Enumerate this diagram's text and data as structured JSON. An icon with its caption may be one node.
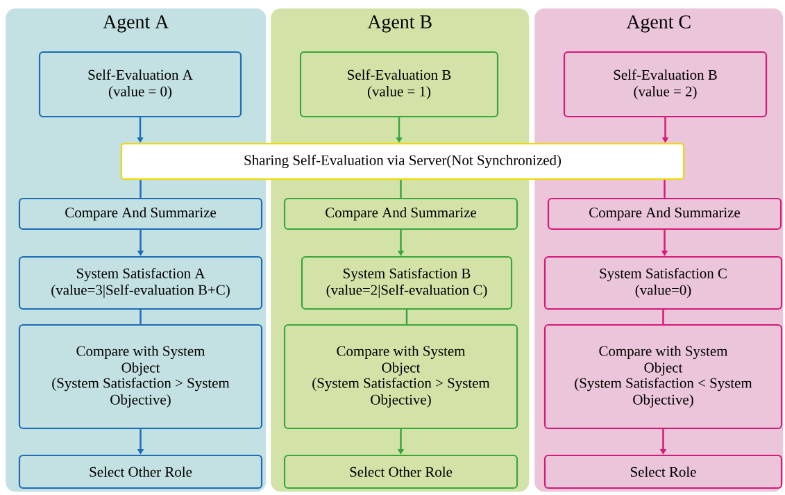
{
  "diagram": {
    "nodes": [
      {
        "text": [
          "Agent A"
        ]
      },
      {
        "text": [
          "Agent B"
        ]
      },
      {
        "text": [
          "Agent C"
        ]
      },
      {
        "text": [
          "Sharing Self-Evaluation via Server(Not Synchronized)"
        ]
      },
      {
        "text": [
          "Self-Evaluation A",
          "(value = 0)"
        ],
        "in": 0
      },
      {
        "text": [
          "Compare And Summarize"
        ],
        "in": 0
      },
      {
        "text": [
          "System Satisfaction A",
          "(value=3|Self-evaluation B+C)"
        ],
        "in": 0
      },
      {
        "text": [
          "Compare with System Object",
          "(System Satisfaction > System Objective)"
        ],
        "in": 0
      },
      {
        "text": [
          "Select Other Role"
        ],
        "in": 0
      },
      {
        "text": [
          "Self-Evaluation B",
          "(value = 1)"
        ],
        "in": 1
      },
      {
        "text": [
          "Compare And Summarize"
        ],
        "in": 1
      },
      {
        "text": [
          "System Satisfaction B",
          "(value=2|Self-evaluation C)"
        ],
        "in": 1
      },
      {
        "text": [
          "Compare with System Object",
          "(System Satisfaction > System Objective)"
        ],
        "in": 1
      },
      {
        "text": [
          "Select Other Role"
        ],
        "in": 1
      },
      {
        "text": [
          "Self-Evaluation B",
          "(value = 2)"
        ],
        "in": 2
      },
      {
        "text": [
          "Compare And Summarize"
        ],
        "in": 2
      },
      {
        "text": [
          "System Satisfaction C",
          "(value=0)"
        ],
        "in": 2
      },
      {
        "text": [
          "Compare with System Object",
          "(System Satisfaction < System Objective)"
        ],
        "in": 2
      },
      {
        "text": [
          "Select Role"
        ],
        "in": 2
      }
    ],
    "edges": [
      {
        "from": 4,
        "to": 3,
        "arrow": "to",
        "color": "#1b6db5"
      },
      {
        "from": 3,
        "to": 5,
        "arrow": "none",
        "color": "#1b6db5"
      },
      {
        "from": 5,
        "to": 6,
        "arrow": "to",
        "color": "#1b6db5"
      },
      {
        "from": 6,
        "to": 7,
        "arrow": "none",
        "color": "#1b6db5"
      },
      {
        "from": 7,
        "to": 8,
        "arrow": "to",
        "color": "#1b6db5"
      },
      {
        "from": 9,
        "to": 3,
        "arrow": "to",
        "color": "#3aa53f"
      },
      {
        "from": 3,
        "to": 10,
        "arrow": "none",
        "color": "#3aa53f"
      },
      {
        "from": 10,
        "to": 11,
        "arrow": "to",
        "color": "#3aa53f"
      },
      {
        "from": 11,
        "to": 12,
        "arrow": "none",
        "color": "#3aa53f"
      },
      {
        "from": 12,
        "to": 13,
        "arrow": "to",
        "color": "#3aa53f"
      },
      {
        "from": 14,
        "to": 3,
        "arrow": "to",
        "color": "#d6197a"
      },
      {
        "from": 3,
        "to": 15,
        "arrow": "none",
        "color": "#d6197a"
      },
      {
        "from": 15,
        "to": 16,
        "arrow": "to",
        "color": "#d6197a"
      },
      {
        "from": 16,
        "to": 17,
        "arrow": "none",
        "color": "#d6197a"
      },
      {
        "from": 17,
        "to": 18,
        "arrow": "to",
        "color": "#d6197a"
      }
    ]
  }
}
